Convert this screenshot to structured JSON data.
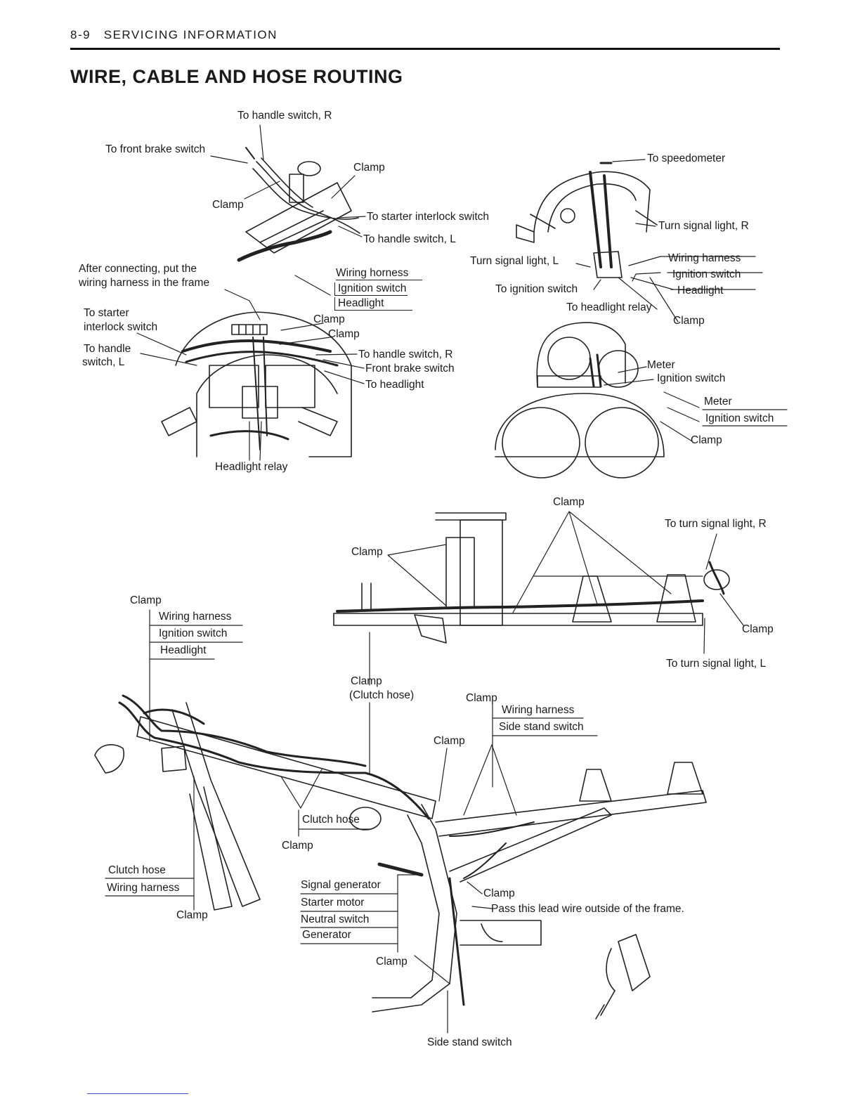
{
  "header": {
    "page": "8-9",
    "section": "SERVICING INFORMATION"
  },
  "title": "WIRE, CABLE AND HOSE ROUTING",
  "diagram1": {
    "to_handle_switch_r": "To handle switch, R",
    "to_front_brake_switch": "To front brake switch",
    "clamp_a": "Clamp",
    "clamp_b": "Clamp",
    "to_starter_interlock_switch": "To starter interlock switch",
    "to_handle_switch_l": "To handle switch, L",
    "after_connecting_1": "After connecting, put the",
    "after_connecting_2": "wiring harness in the frame",
    "wiring_horness": "Wiring horness",
    "ignition_switch": "Ignition switch",
    "headlight": "Headlight",
    "clamp_c": "Clamp",
    "clamp_d": "Clamp",
    "to_starter_1": "To starter",
    "to_starter_2": "interlock switch",
    "to_handle_1": "To handle",
    "to_handle_2": "switch, L",
    "to_handle_switch_r2": "To handle switch, R",
    "front_brake_switch": "Front brake switch",
    "to_headlight": "To headlight",
    "headlight_relay": "Headlight relay"
  },
  "diagram2": {
    "to_speedometer": "To speedometer",
    "turn_signal_light_r": "Turn signal light, R",
    "turn_signal_light_l": "Turn signal light, L",
    "wiring_harness": "Wiring harness",
    "ignition_switch": "Ignition switch",
    "headlight": "Headlight",
    "to_ignition_switch": "To ignition switch",
    "to_headlight_relay": "To headlight relay",
    "clamp": "Clamp",
    "meter_a": "Meter",
    "ignition_switch_a": "Ignition switch",
    "meter_b": "Meter",
    "ignition_switch_b": "Ignition switch",
    "clamp_b": "Clamp"
  },
  "diagram3": {
    "clamp_top": "Clamp",
    "to_turn_signal_light_r": "To turn signal light, R",
    "clamp_left": "Clamp",
    "clamp_right": "Clamp",
    "to_turn_signal_light_l": "To turn signal light, L"
  },
  "diagram4": {
    "clamp_a": "Clamp",
    "wiring_harness": "Wiring harness",
    "ignition_switch": "Ignition switch",
    "headlight": "Headlight",
    "clamp_clutch_1": "Clamp",
    "clamp_clutch_2": "(Clutch hose)",
    "clamp_b": "Clamp",
    "wiring_harness_b": "Wiring harness",
    "side_stand_switch_b": "Side stand switch",
    "clamp_c": "Clamp",
    "clutch_hose": "Clutch hose",
    "clamp_d": "Clamp",
    "clutch_hose_b": "Clutch hose",
    "wiring_harness_c": "Wiring harness",
    "clamp_e": "Clamp",
    "signal_generator": "Signal generator",
    "starter_motor": "Starter motor",
    "neutral_switch": "Neutral switch",
    "generator": "Generator",
    "clamp_f": "Clamp",
    "pass_lead": "Pass this lead wire outside of the frame.",
    "clamp_g": "Clamp",
    "side_stand_switch": "Side stand switch"
  }
}
